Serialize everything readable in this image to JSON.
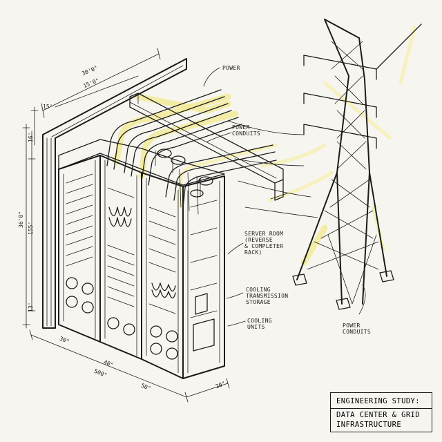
{
  "labels": {
    "power_top": "POWER",
    "power_conduits_top": "POWER\nCONDUITS",
    "server_room": "SERVER ROOM\n(REVERSE\n& COMPLETER\nRACK)",
    "cooling_transmission": "COOLING\nTRANSMISSION\nSTORAGE",
    "cooling_units": "COOLING\nUNITS",
    "power_conduits_bottom": "POWER\nCONDUITS"
  },
  "dimensions": {
    "top_overall": "30'0\"",
    "top_sub": "15'0\"",
    "left_small": "15'",
    "left_overall": "36'0\"",
    "left_upper": "16'",
    "left_mid": "155'",
    "left_low": "13'",
    "bottom_a": "30\"",
    "bottom_b": "40\"",
    "bottom_c": "500\"",
    "bottom_d": "50\"",
    "bottom_e": "20\""
  },
  "title_block": {
    "line1": "ENGINEERING STUDY:",
    "line2": "DATA CENTER & GRID",
    "line3": "INFRASTRUCTURE"
  }
}
